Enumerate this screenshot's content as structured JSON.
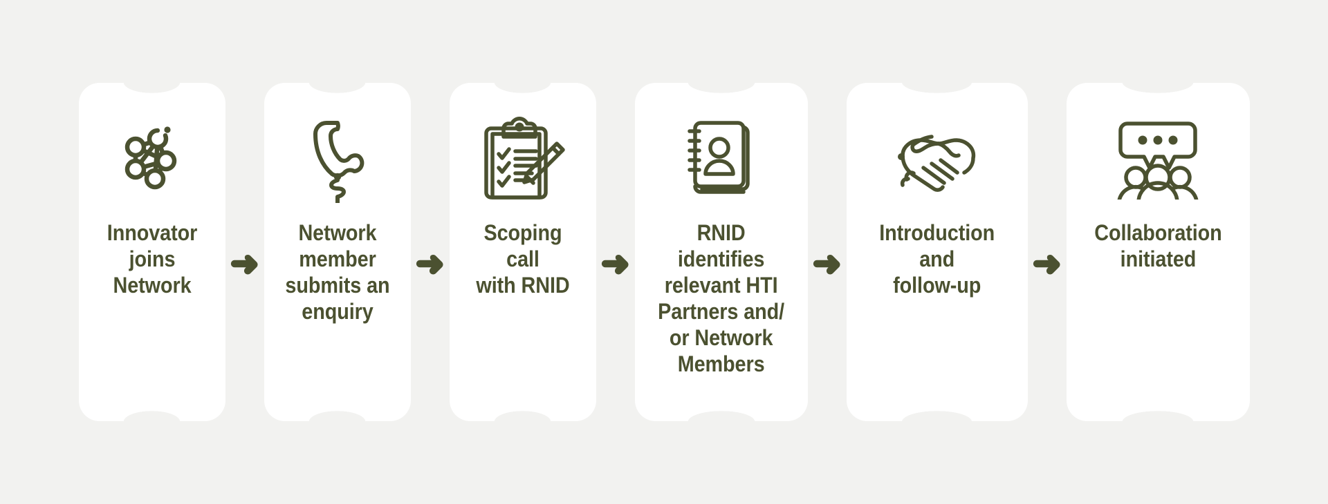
{
  "theme": {
    "background_color": "#f2f2f0",
    "card_color": "#ffffff",
    "ink_color": "#4b5130"
  },
  "diagram": {
    "name": "innovator-collaboration-process-flow",
    "arrow_icon": "arrow-right-icon",
    "steps": [
      {
        "index": 1,
        "icon": "network-nodes-icon",
        "label": "Innovator\njoins Network"
      },
      {
        "index": 2,
        "icon": "telephone-handset-icon",
        "label": "Network\nmember\nsubmits an\nenquiry"
      },
      {
        "index": 3,
        "icon": "clipboard-checklist-pencil-icon",
        "label": "Scoping call\nwith RNID"
      },
      {
        "index": 4,
        "icon": "address-book-contact-icon",
        "label": "RNID\nidentifies\nrelevant HTI\nPartners and/\nor Network\nMembers"
      },
      {
        "index": 5,
        "icon": "handshake-icon",
        "label": "Introduction\nand\nfollow-up"
      },
      {
        "index": 6,
        "icon": "group-discussion-icon",
        "label": "Collaboration\ninitiated"
      }
    ]
  }
}
